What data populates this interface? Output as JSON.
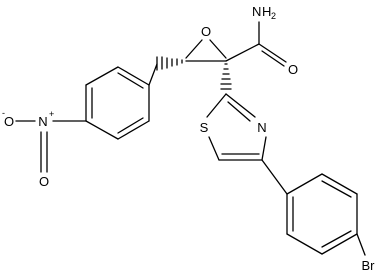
{
  "molecule": {
    "atoms": {
      "epoxide_o": "O",
      "amide_n": "N",
      "amide_n_h": "H",
      "amide_n_h_count": "2",
      "amide_o": "O",
      "thiazole_s": "S",
      "thiazole_n": "N",
      "nitro_n": "N",
      "nitro_n_charge": "+",
      "nitro_o_minus": "O",
      "nitro_o_minus_charge": "-",
      "nitro_o": "O",
      "bromine": "Br"
    }
  }
}
